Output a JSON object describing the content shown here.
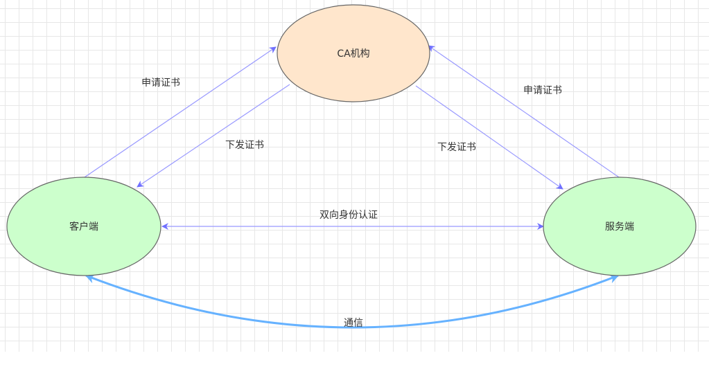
{
  "nodes": {
    "ca": {
      "label": "CA机构",
      "fill": "#ffe6cc"
    },
    "client": {
      "label": "客户端",
      "fill": "#ccffcc"
    },
    "server": {
      "label": "服务端",
      "fill": "#ccffcc"
    }
  },
  "edges": {
    "client_apply": {
      "label": "申请证书"
    },
    "ca_issue_client": {
      "label": "下发证书"
    },
    "server_apply": {
      "label": "申请证书"
    },
    "ca_issue_server": {
      "label": "下发证书"
    },
    "mutual_auth": {
      "label": "双向身份认证"
    },
    "communication": {
      "label": "通信"
    }
  },
  "colors": {
    "node_stroke": "#666666",
    "edge_stroke": "#9999ff",
    "arrow_fill": "#7070ff",
    "comm_stroke": "#66b2ff"
  }
}
